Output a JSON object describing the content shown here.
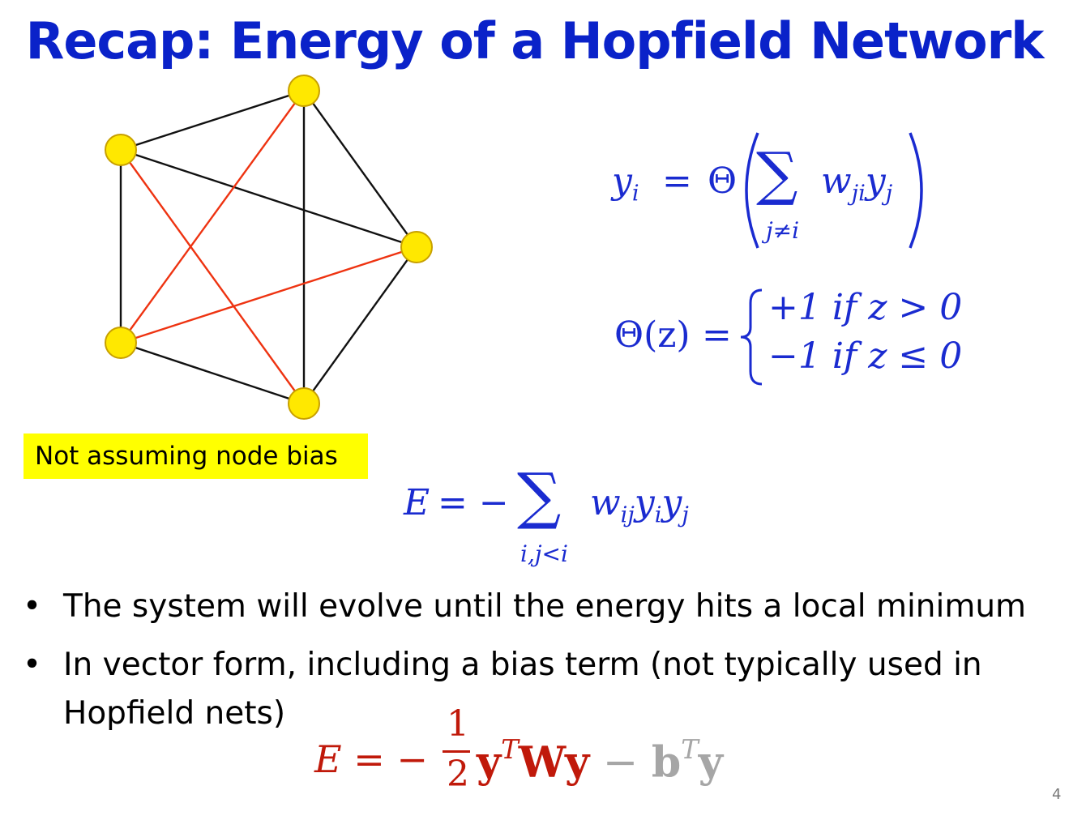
{
  "slide": {
    "title": "Recap: Energy of a Hopfield Network",
    "page_number": "4"
  },
  "badge": {
    "text": "Not assuming node bias"
  },
  "equations": {
    "y_lhs": "y",
    "y_lhs_sub": "i",
    "equals": "=",
    "theta": "Θ",
    "w": "w",
    "w_sub": "ji",
    "y": "y",
    "y_sub": "j",
    "sum_under_1": "j≠i",
    "theta_z": "Θ(z)",
    "case_top": "+1 if z > 0",
    "case_bottom": "−1 if z ≤ 0",
    "energy_lhs": "E",
    "energy_rhs_sign": "= −",
    "energy_w": "w",
    "energy_w_sub": "ij",
    "energy_y1": "y",
    "energy_y1_sub": "i",
    "energy_y2": "y",
    "energy_y2_sub": "j",
    "sum_under_2": "i,j<i",
    "vec_lhs": "E = −",
    "vec_num": "1",
    "vec_den": "2",
    "vec_y1": "y",
    "vec_sup1": "T",
    "vec_W": "W",
    "vec_y2": "y",
    "vec_minus": "−",
    "vec_b": "b",
    "vec_sup2": "T",
    "vec_y3": "y"
  },
  "bullets": [
    {
      "marker": "•",
      "text": "The system will evolve until the energy hits a local minimum"
    },
    {
      "marker": "•",
      "text": "In vector form, including a bias term (not typically used in"
    },
    {
      "marker": "",
      "text": "Hopfield nets)"
    }
  ],
  "graph": {
    "node_color": "#ffe800",
    "node_stroke": "#c8a000",
    "edge_black": "#111111",
    "edge_red": "#ee3311"
  }
}
